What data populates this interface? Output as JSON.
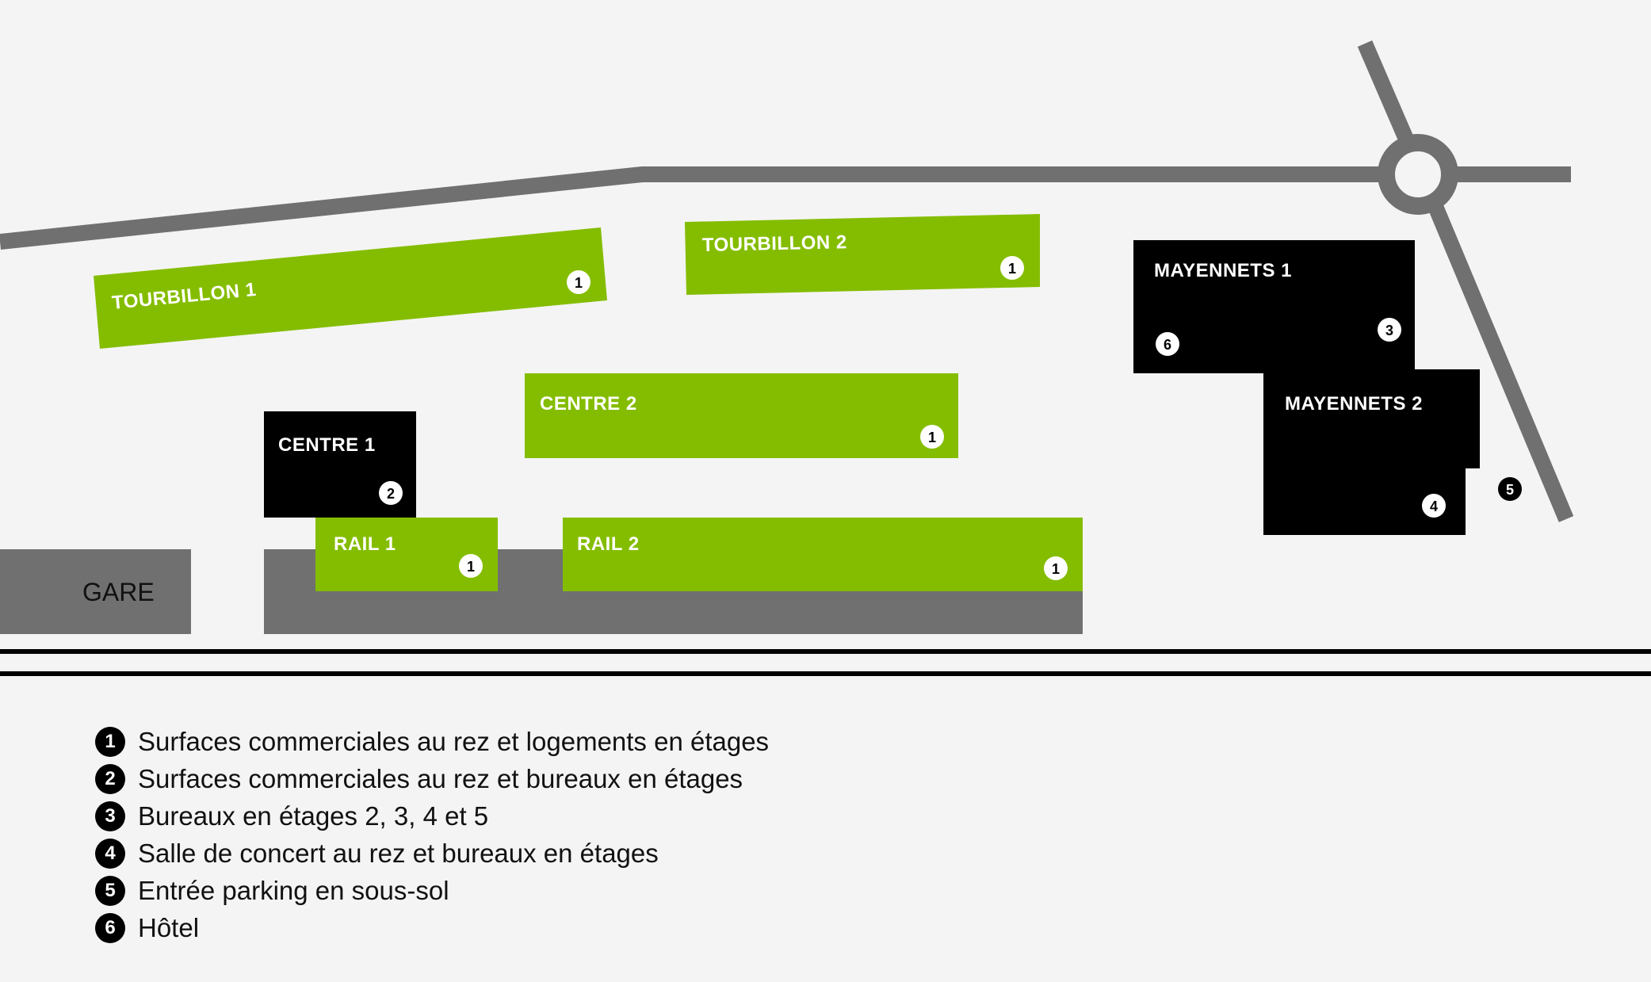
{
  "colors": {
    "green": "#84bd00",
    "black": "#000000",
    "road": "#707070",
    "background": "#f4f4f4"
  },
  "buildings": {
    "tourbillon1": {
      "label": "TOURBILLON 1",
      "badge": "1"
    },
    "tourbillon2": {
      "label": "TOURBILLON 2",
      "badge": "1"
    },
    "centre1": {
      "label": "CENTRE 1",
      "badge": "2"
    },
    "centre2": {
      "label": "CENTRE 2",
      "badge": "1"
    },
    "rail1": {
      "label": "RAIL 1",
      "badge": "1"
    },
    "rail2": {
      "label": "RAIL 2",
      "badge": "1"
    },
    "mayennets1": {
      "label": "MAYENNETS 1",
      "badge_left": "6",
      "badge_right": "3"
    },
    "mayennets2": {
      "label": "MAYENNETS 2",
      "badge": "4"
    }
  },
  "gare": {
    "label": "GARE"
  },
  "parking_badge": "5",
  "legend": [
    {
      "num": "1",
      "text": "Surfaces commerciales au rez et logements en étages"
    },
    {
      "num": "2",
      "text": "Surfaces commerciales au rez et bureaux en étages"
    },
    {
      "num": "3",
      "text": "Bureaux en étages 2, 3, 4 et 5"
    },
    {
      "num": "4",
      "text": "Salle de concert au rez et bureaux en étages"
    },
    {
      "num": "5",
      "text": "Entrée parking en sous-sol"
    },
    {
      "num": "6",
      "text": "Hôtel"
    }
  ]
}
